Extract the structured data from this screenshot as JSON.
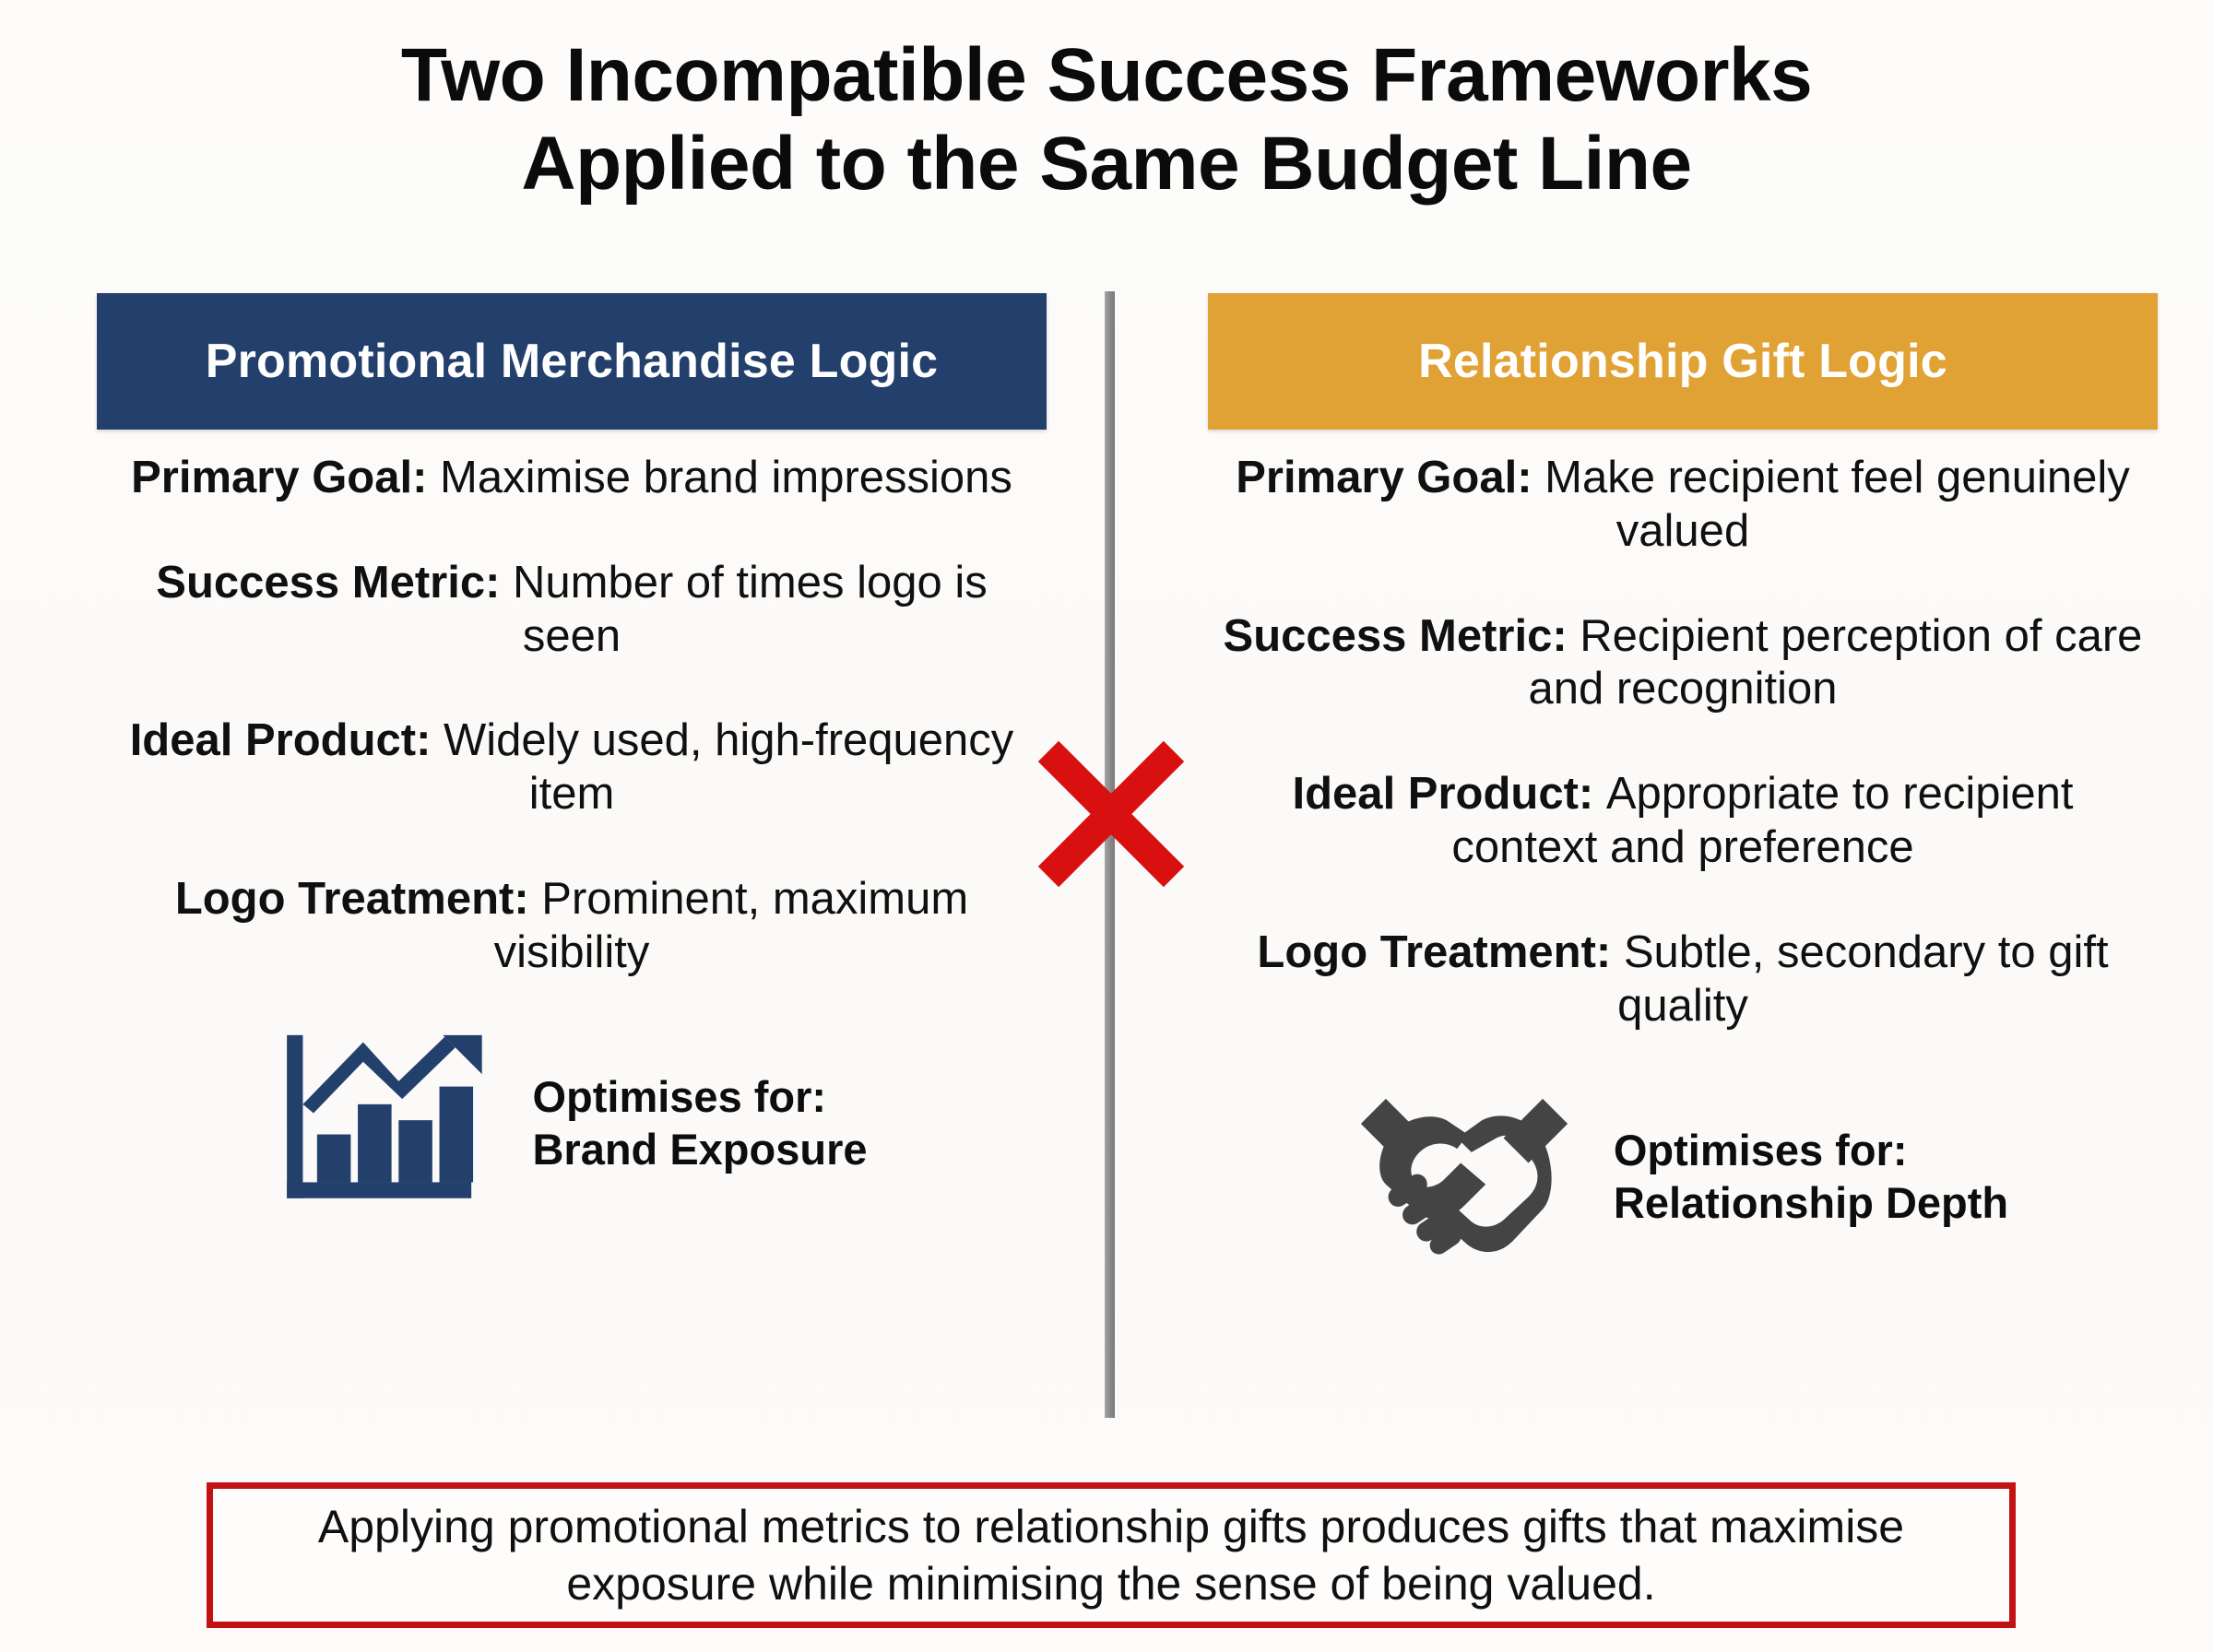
{
  "title": {
    "line1": "Two Incompatible Success Frameworks",
    "line2": "Applied to the Same Budget Line"
  },
  "colors": {
    "left_header_bg": "#23406d",
    "right_header_bg": "#e1a235",
    "left_icon": "#23406d",
    "right_icon": "#444444",
    "divider": "#8d8d8d",
    "x_mark": "#d81010",
    "callout_border": "#c21212",
    "background": "#fdfcfb",
    "text": "#101010"
  },
  "left_column": {
    "header": "Promotional Merchandise Logic",
    "attributes": [
      {
        "label": "Primary Goal:",
        "value": "Maximise brand impressions"
      },
      {
        "label": "Success Metric:",
        "value": "Number of times logo is seen"
      },
      {
        "label": "Ideal Product:",
        "value": "Widely used, high-frequency item"
      },
      {
        "label": "Logo Treatment:",
        "value": "Prominent, maximum visibility"
      }
    ],
    "optimises": {
      "icon": "bar-chart-growth-icon",
      "line1": "Optimises for:",
      "line2": "Brand Exposure"
    }
  },
  "right_column": {
    "header": "Relationship Gift Logic",
    "attributes": [
      {
        "label": "Primary Goal:",
        "value": "Make recipient feel genuinely valued"
      },
      {
        "label": "Success Metric:",
        "value": "Recipient perception of care and recognition"
      },
      {
        "label": "Ideal Product:",
        "value": "Appropriate to recipient context and preference"
      },
      {
        "label": "Logo Treatment:",
        "value": "Subtle, secondary to gift quality"
      }
    ],
    "optimises": {
      "icon": "handshake-icon",
      "line1": "Optimises for:",
      "line2": "Relationship Depth"
    }
  },
  "center": {
    "divider_icon": "vertical-divider",
    "conflict_icon": "red-x-icon"
  },
  "callout": {
    "text": "Applying promotional metrics to relationship gifts produces gifts that maximise exposure while minimising the sense of being valued."
  }
}
